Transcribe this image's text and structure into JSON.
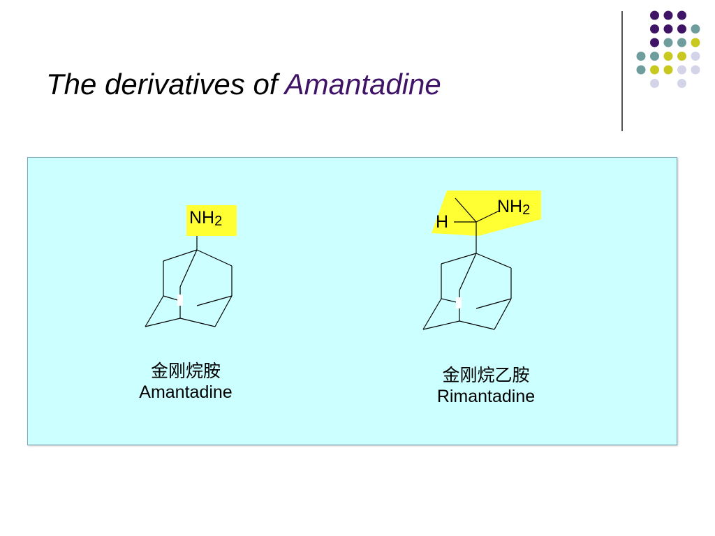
{
  "slide": {
    "title_prefix": "The derivatives of ",
    "title_accent": "Amantadine",
    "colors": {
      "title_accent": "#3f1466",
      "panel_bg": "#ccffff",
      "highlight": "#ffff33",
      "dot_purple": "#3f1466",
      "dot_teal": "#6f9c9c",
      "dot_yellow": "#c8c81e",
      "dot_lavender": "#d4d4e8"
    }
  },
  "molecules": [
    {
      "group_main": "NH",
      "group_sub": "2",
      "name_cn": "金刚烷胺",
      "name_en": "Amantadine"
    },
    {
      "group_main": "NH",
      "group_sub": "2",
      "h_label": "H",
      "name_cn": "金刚烷乙胺",
      "name_en": "Rimantadine"
    }
  ]
}
